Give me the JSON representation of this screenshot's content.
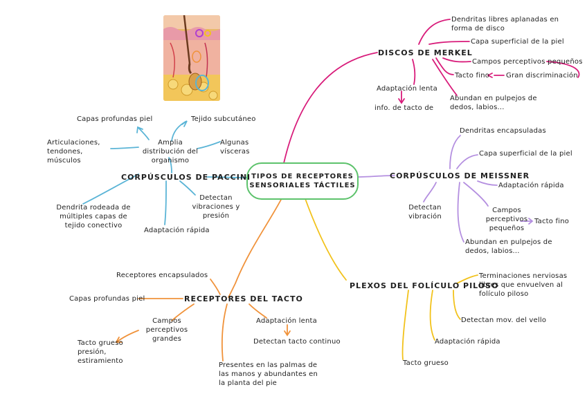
{
  "center": {
    "line1": "TIPOS DE RECEPTORES",
    "line2": "SENSORIALES TÁCTILES"
  },
  "merkel": {
    "title": "DISCOS DE MERKEL",
    "dendritas": "Dendritas libres aplanadas en forma de disco",
    "capa": "Capa superficial de la piel",
    "campos": "Campos perceptivos pequeños",
    "tacto": "Tacto fino",
    "discrim": "Gran discriminación",
    "adaptacion": "Adaptación lenta",
    "info": "info. de tacto de",
    "abundan": "Abundan en pulpejos de dedos, labios..."
  },
  "meissner": {
    "title": "CORPÚSCULOS DE MEISSNER",
    "dendritas": "Dendritas encapsuladas",
    "capa": "Capa superficial de la piel",
    "adaptacion": "Adaptación rápida",
    "detectan": "Detectan vibración",
    "campos": "Campos perceptivos pequeños",
    "tacto": "Tacto fino",
    "abundan": "Abundan en pulpejos de dedos, labios..."
  },
  "pacini": {
    "title": "CORPÚSCULOS DE PACCINI",
    "capas": "Capas profundas piel",
    "tejido": "Tejido subcutáneo",
    "amplia": "Amplia distribución del organismo",
    "articulaciones": "Articulaciones, tendones, músculos",
    "algunas": "Algunas vísceras",
    "detectan": "Detectan vibraciones y presión",
    "dendrita": "Dendrita rodeada de múltiples capas de tejido conectivo",
    "adaptacion": "Adaptación rápida"
  },
  "ruffini": {
    "title": "RECEPTORES DEL TACTO",
    "encapsulados": "Receptores encapsulados",
    "capas": "Capas profundas piel",
    "campos": "Campos perceptivos grandes",
    "tacto": "Tacto grueso presión, estiramiento",
    "adaptacion": "Adaptación lenta",
    "detectan": "Detectan tacto continuo",
    "presentes": "Presentes en las palmas de las manos y abundantes en la planta del pie"
  },
  "pelo": {
    "title": "PLEXOS DEL FOLÍCULO PILOSO",
    "terminaciones": "Terminaciones nerviosas libres que envuelven al folículo piloso",
    "detectan": "Detectan mov. del vello",
    "adaptacion": "Adaptación rápida",
    "tacto": "Tacto grueso"
  },
  "colors": {
    "merkel": "#d81b7a",
    "meissner": "#b48fe0",
    "pacini": "#5ab4d6",
    "ruffini": "#f0923a",
    "pelo": "#f2c21b",
    "center": "#5cc26b"
  }
}
